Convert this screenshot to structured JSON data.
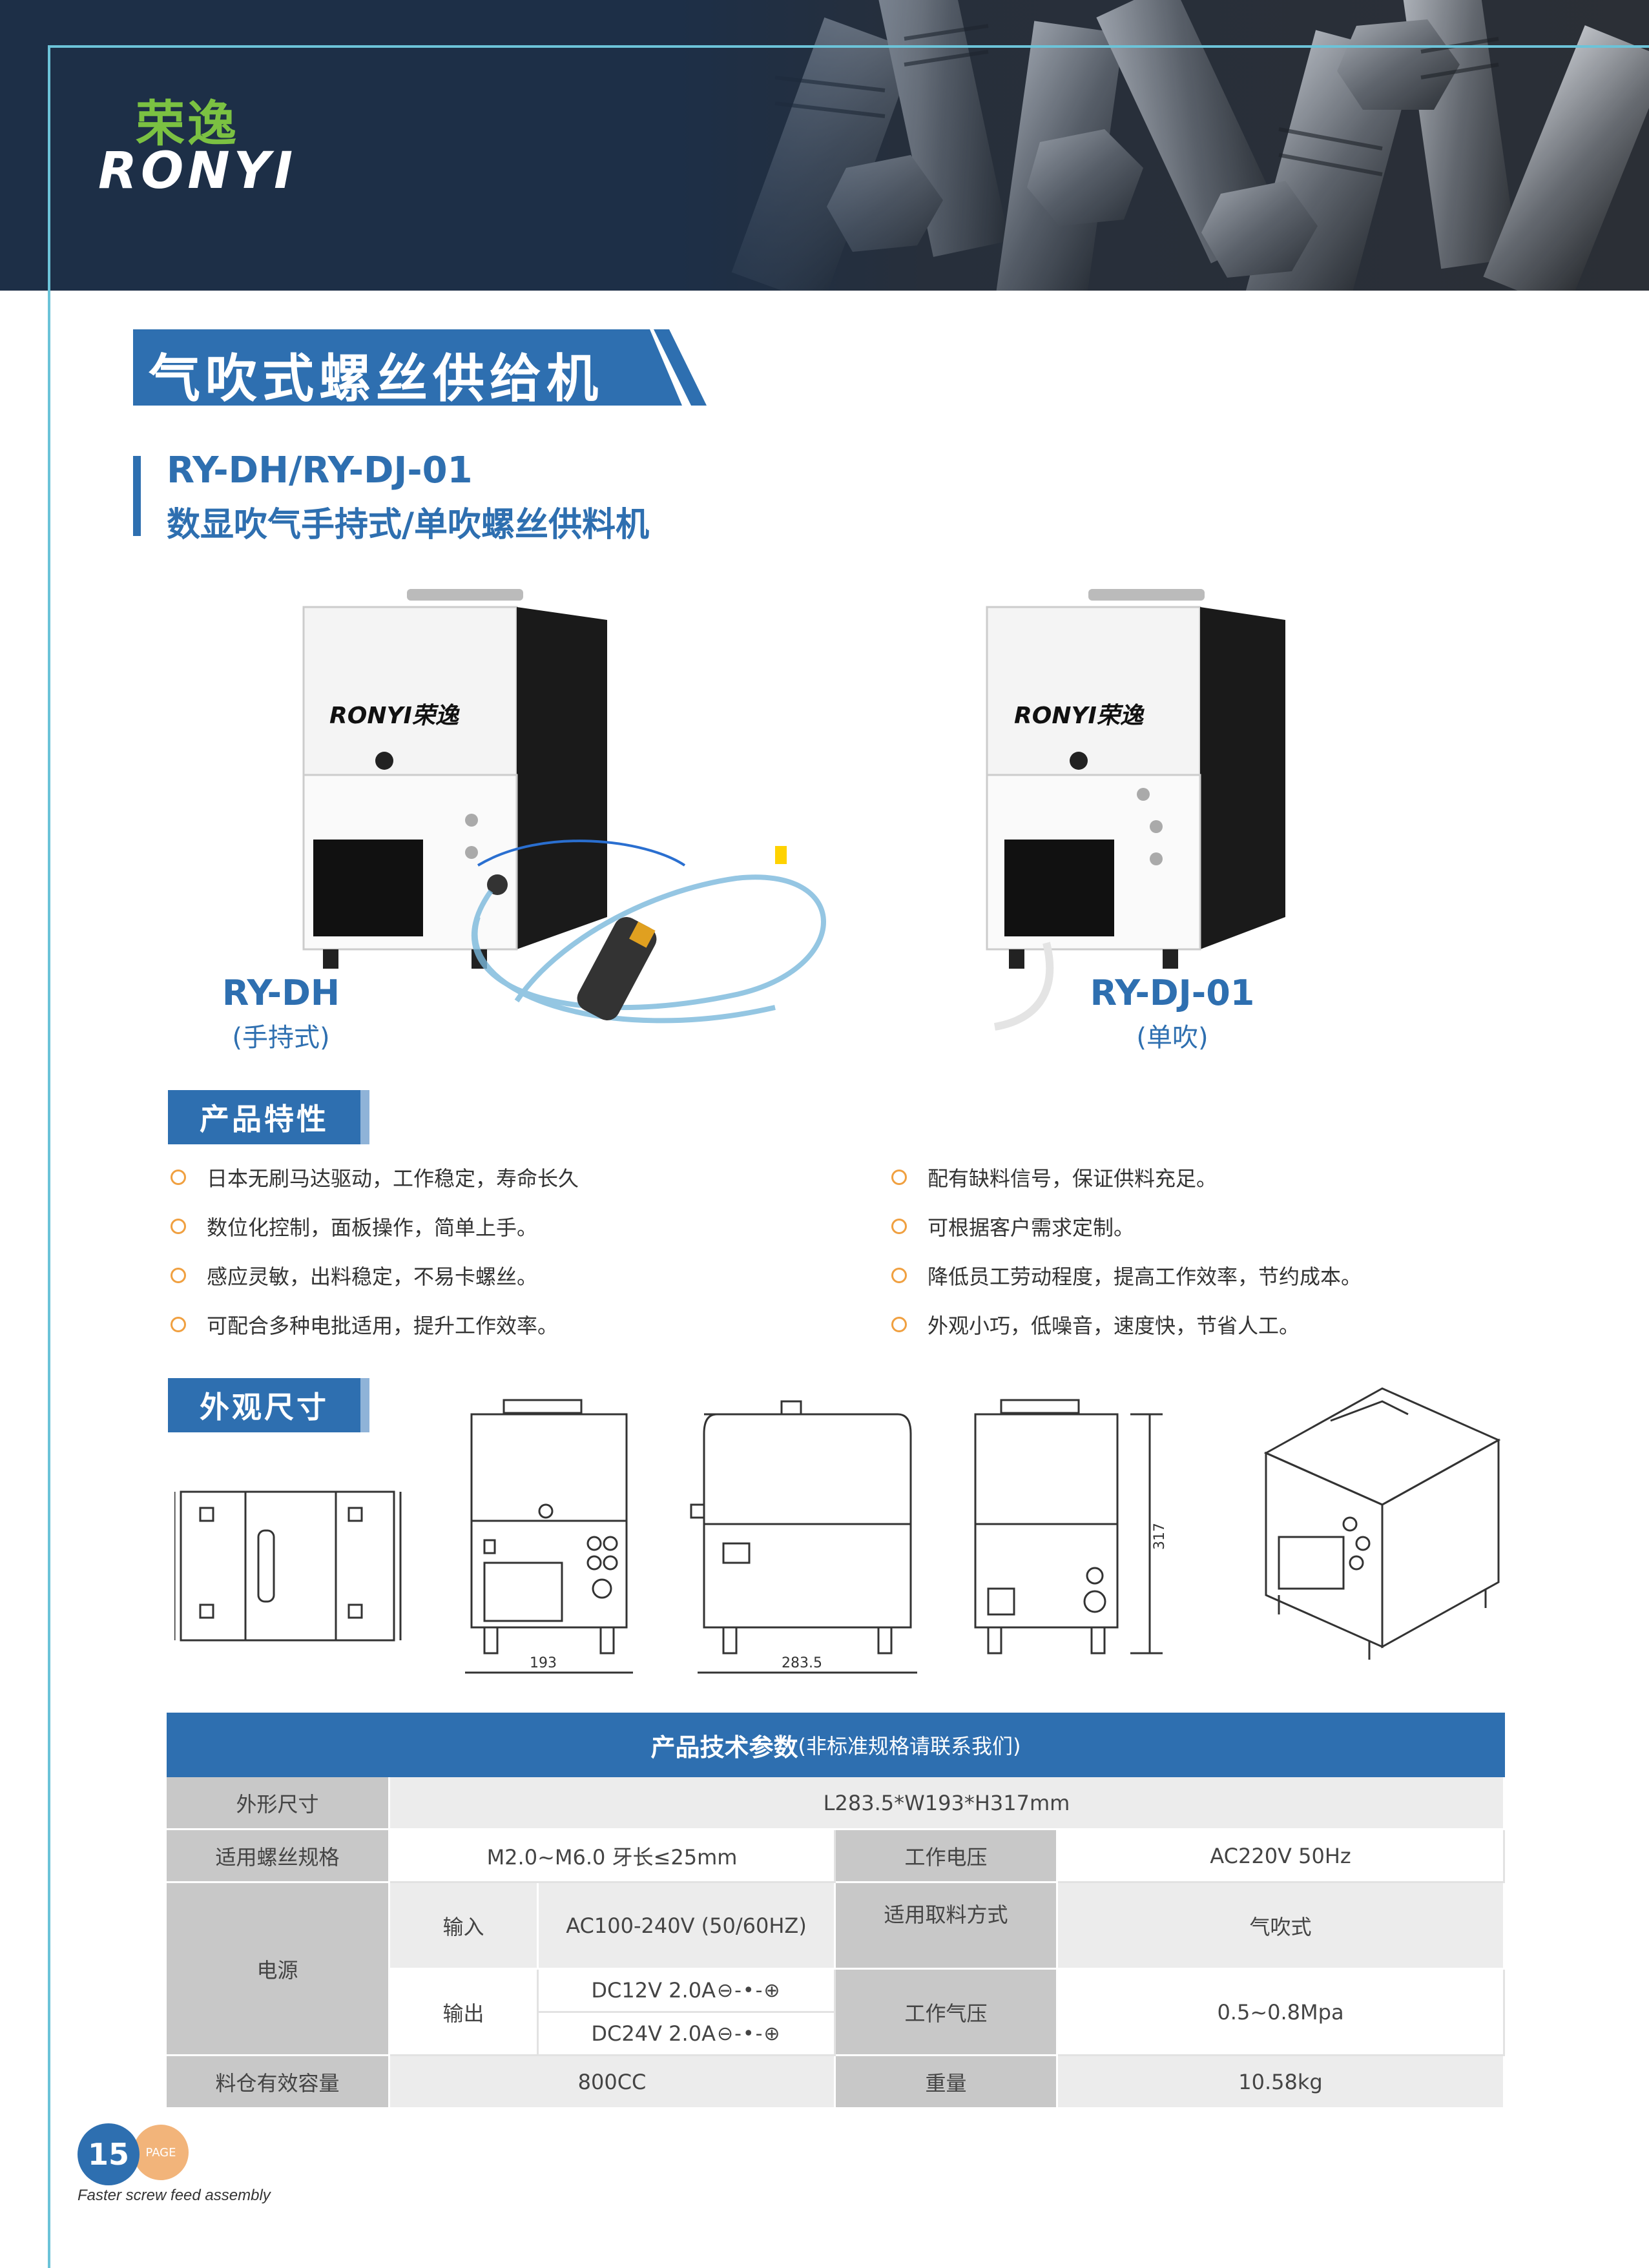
{
  "brand": {
    "name_cn": "荣逸",
    "name_en": "RONYI"
  },
  "page_title": "气吹式螺丝供给机",
  "model": {
    "code": "RY-DH/RY-DJ-01",
    "name": "数显吹气手持式/单吹螺丝供料机"
  },
  "products": [
    {
      "model": "RY-DH",
      "sub": "(手持式)",
      "label": "RONYI荣逸"
    },
    {
      "model": "RY-DJ-01",
      "sub": "(单吹)",
      "label": "RONYI荣逸"
    }
  ],
  "features": {
    "title": "产品特性",
    "left": [
      "日本无刷马达驱动，工作稳定，寿命长久",
      "数位化控制，面板操作，简单上手。",
      "感应灵敏，出料稳定，不易卡螺丝。",
      "可配合多种电批适用，提升工作效率。"
    ],
    "right": [
      "配有缺料信号，保证供料充足。",
      "可根据客户需求定制。",
      "降低员工劳动程度，提高工作效率，节约成本。",
      "外观小巧，低噪音，速度快，节省人工。"
    ]
  },
  "dimensions": {
    "title": "外观尺寸",
    "width_label": "193",
    "length_label": "283.5",
    "height_label": "317"
  },
  "specs": {
    "title": "产品技术参数",
    "title_note": "(非标准规格请联系我们)",
    "size_label": "外形尺寸",
    "size_value": "L283.5*W193*H317mm",
    "screw_label": "适用螺丝规格",
    "screw_value": "M2.0~M6.0 牙长≤25mm",
    "voltage_label": "工作电压",
    "voltage_value": "AC220V 50Hz",
    "power_label": "电源",
    "input_label": "输入",
    "input_value": "AC100-240V (50/60HZ)",
    "method_label": "适用取料方式",
    "method_value": "气吹式",
    "output_label": "输出",
    "output_value_1": "DC12V 2.0A",
    "output_value_2": "DC24V 2.0A",
    "polarity": "⊖-•-⊕",
    "pressure_label": "工作气压",
    "pressure_value": "0.5~0.8Mpa",
    "capacity_label": "料仓有效容量",
    "capacity_value": "800CC",
    "weight_label": "重量",
    "weight_value": "10.58kg"
  },
  "footer": {
    "page_number": "15",
    "page_word": "PAGE",
    "tagline": "Faster screw feed assembly"
  },
  "colors": {
    "primary_blue": "#2e6fb0",
    "navy": "#1d2f47",
    "green": "#7bc142",
    "accent_cyan": "#6cc3d8",
    "bullet_orange": "#f0a040"
  }
}
